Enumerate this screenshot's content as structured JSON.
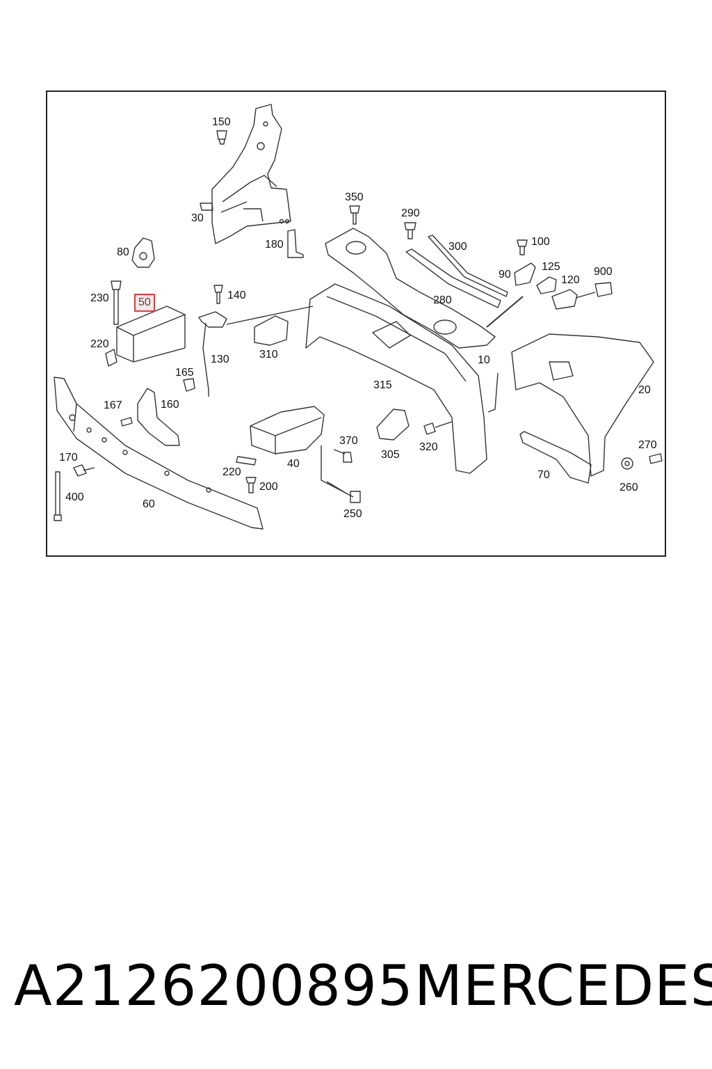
{
  "labels": {
    "l150": "150",
    "l30": "30",
    "l180": "180",
    "l350": "350",
    "l290": "290",
    "l300": "300",
    "l100": "100",
    "l80": "80",
    "l90": "90",
    "l125": "125",
    "l120": "120",
    "l900": "900",
    "l230": "230",
    "l50": "50",
    "l140": "140",
    "l280": "280",
    "l220a": "220",
    "l310": "310",
    "l130": "130",
    "l10": "10",
    "l165": "165",
    "l315": "315",
    "l20": "20",
    "l167": "167",
    "l160": "160",
    "l370": "370",
    "l305": "305",
    "l320": "320",
    "l170": "170",
    "l220b": "220",
    "l40": "40",
    "l270": "270",
    "l200": "200",
    "l70": "70",
    "l400": "400",
    "l260": "260",
    "l60": "60",
    "l250": "250"
  },
  "highlighted_part": "50",
  "footer": {
    "part_number": "A2126200895",
    "brand": "MERCEDES"
  },
  "colors": {
    "highlight": "#e53935",
    "line": "#333333"
  }
}
